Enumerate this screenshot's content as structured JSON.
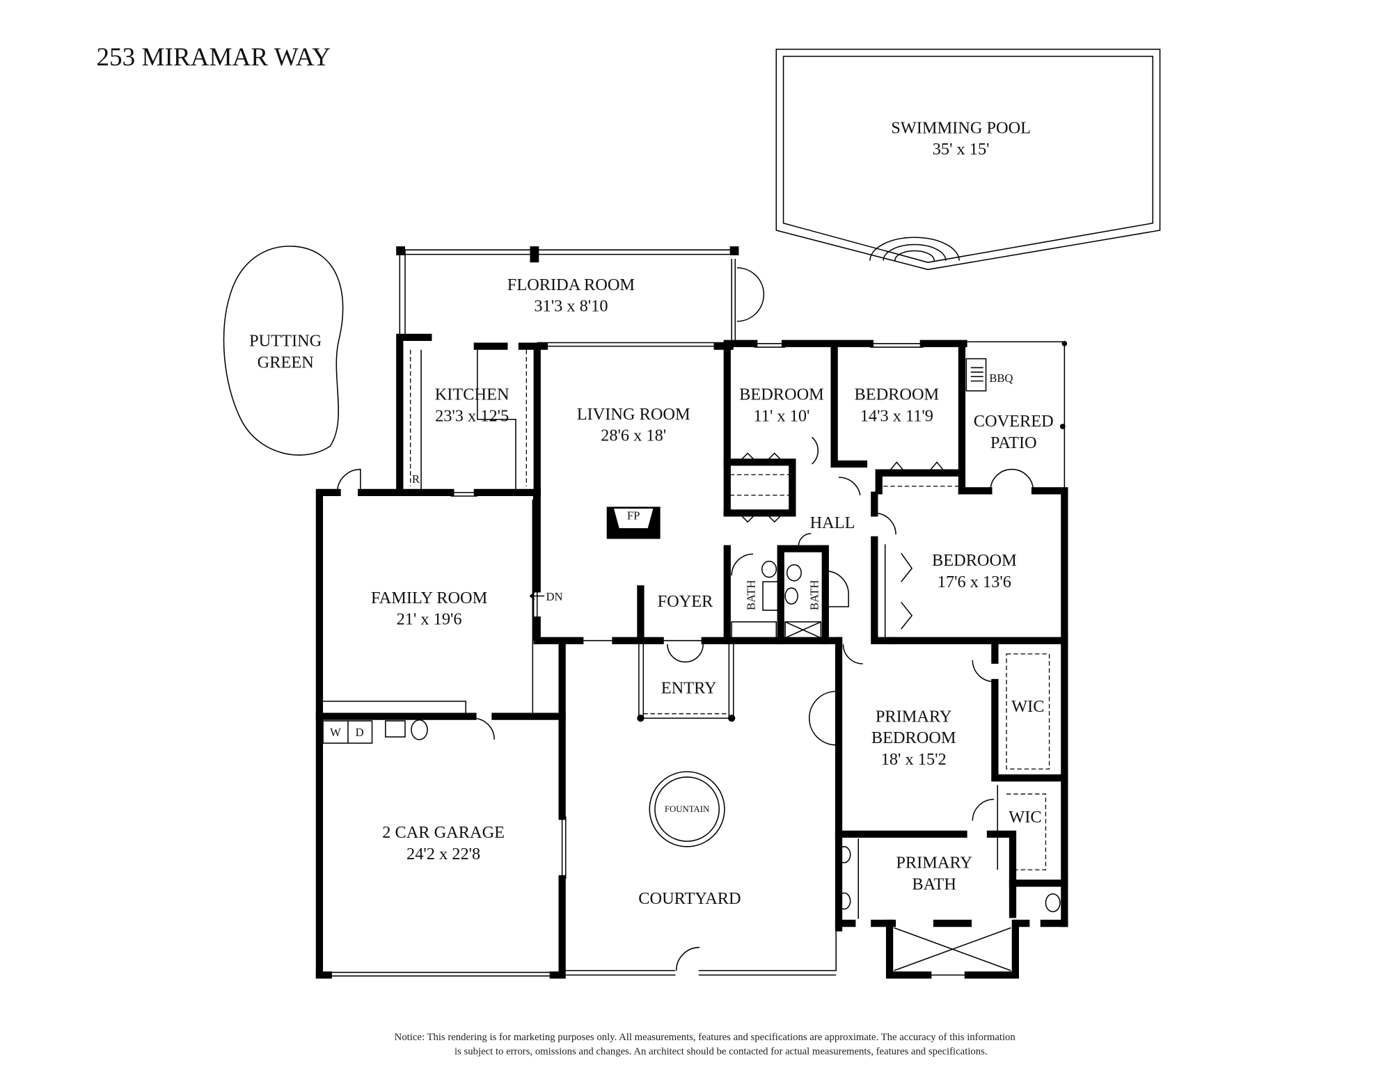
{
  "title": "253 MIRAMAR WAY",
  "rooms": {
    "pool": {
      "name": "SWIMMING POOL",
      "size": "35' x 15'"
    },
    "putting_green": {
      "line1": "PUTTING",
      "line2": "GREEN"
    },
    "florida_room": {
      "name": "FLORIDA ROOM",
      "size": "31'3 x 8'10"
    },
    "kitchen": {
      "name": "KITCHEN",
      "size": "23'3 x 12'5",
      "fridge": "R"
    },
    "living_room": {
      "name": "LIVING ROOM",
      "size": "28'6 x 18'",
      "fireplace": "FP"
    },
    "bedroom_1": {
      "name": "BEDROOM",
      "size": "11' x 10'"
    },
    "bedroom_2": {
      "name": "BEDROOM",
      "size": "14'3 x 11'9"
    },
    "bbq": "BBQ",
    "covered_patio": {
      "line1": "COVERED",
      "line2": "PATIO"
    },
    "hall": "HALL",
    "bedroom_3": {
      "name": "BEDROOM",
      "size": "17'6 x 13'6"
    },
    "bath_1": "BATH",
    "bath_2": "BATH",
    "family_room": {
      "name": "FAMILY ROOM",
      "size": "21' x 19'6",
      "stairs": "DN"
    },
    "foyer": "FOYER",
    "entry": "ENTRY",
    "washer": "W",
    "dryer": "D",
    "garage": {
      "name": "2 CAR GARAGE",
      "size": "24'2 x 22'8"
    },
    "fountain": "FOUNTAIN",
    "courtyard": "COURTYARD",
    "primary_bedroom": {
      "line1": "PRIMARY",
      "line2": "BEDROOM",
      "size": "18' x 15'2"
    },
    "wic_1": "WIC",
    "wic_2": "WIC",
    "primary_bath": {
      "line1": "PRIMARY",
      "line2": "BATH"
    }
  },
  "notice": {
    "line1": "Notice: This rendering is for marketing purposes only. All measurements, features and specifications are approximate. The accuracy of this information",
    "line2": "is subject to errors, omissions and changes. An architect should be contacted for actual measurements, features and specifications."
  }
}
